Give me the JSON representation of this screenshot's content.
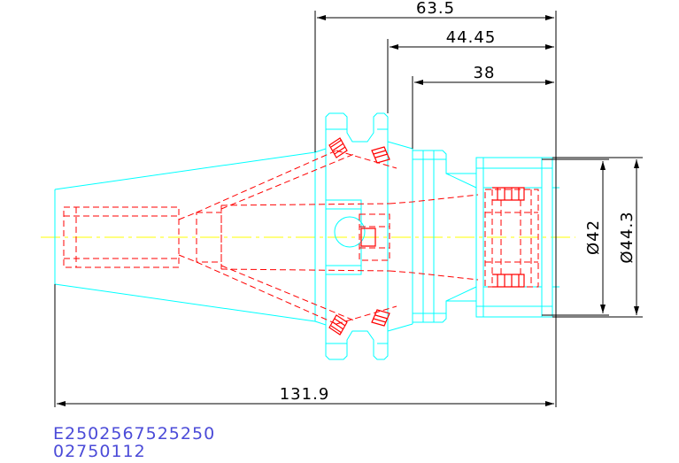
{
  "dimensions": {
    "length_63_5": "63.5",
    "length_44_45": "44.45",
    "length_38": "38",
    "length_131_9": "131.9",
    "diameter_42": "Ø42",
    "diameter_44_3": "Ø44.3"
  },
  "caption": {
    "part_number": "E2502567525250",
    "drawing_number": "02750112"
  },
  "colors": {
    "outline": "#00ffff",
    "hidden_lines": "#ff0000",
    "centerline": "#ffff00",
    "dimension": "#000000",
    "caption_text": "#4b4bd8"
  }
}
